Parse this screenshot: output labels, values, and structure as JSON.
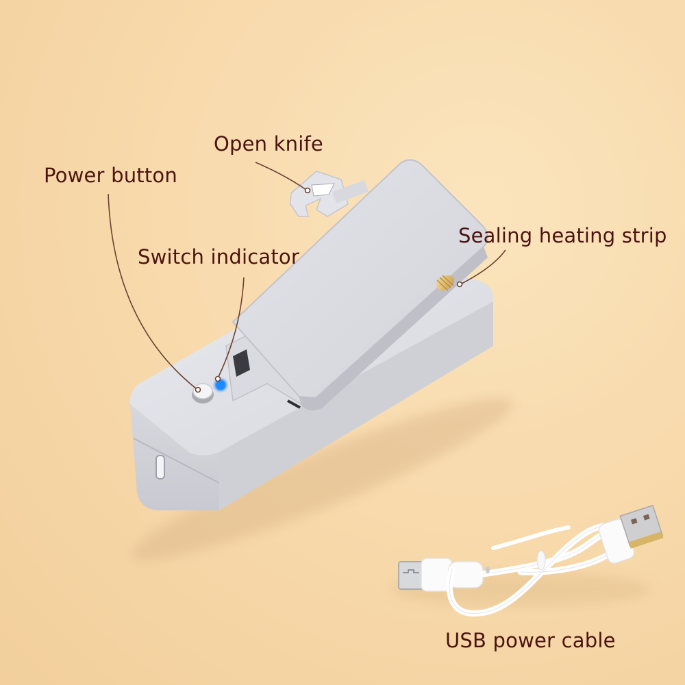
{
  "image": {
    "subject": "Handheld mini bag heat sealer with cutter and USB cable",
    "background_color": "#f7dcb0",
    "device_color": "#dcdde2",
    "indicator_color": "#1e88ff",
    "heating_strip_color": "#d9b46a",
    "label_color": "#4a1410",
    "leader_line_color": "#6b4030"
  },
  "labels": {
    "open_knife": "Open knife",
    "power_button": "Power button",
    "switch_indicator": "Switch indicator",
    "sealing_heating_strip": "Sealing heating strip",
    "usb_power_cable": "USB power cable"
  },
  "parts": [
    {
      "name": "open-knife",
      "label": "Open knife"
    },
    {
      "name": "power-button",
      "label": "Power button"
    },
    {
      "name": "switch-indicator",
      "label": "Switch indicator",
      "state": "on (blue)"
    },
    {
      "name": "sealing-heating-strip",
      "label": "Sealing heating strip"
    },
    {
      "name": "usb-power-cable",
      "label": "USB power cable",
      "connectors": [
        "Micro-USB",
        "USB-A"
      ]
    }
  ]
}
